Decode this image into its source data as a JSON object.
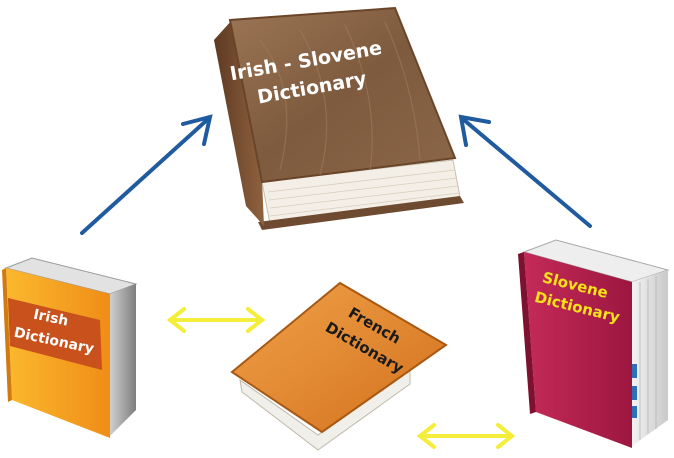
{
  "books": {
    "top": {
      "line1": "Irish - Slovene",
      "line2": "Dictionary"
    },
    "left": {
      "line1": "Irish",
      "line2": "Dictionary"
    },
    "middle": {
      "line1": "French",
      "line2": "Dictionary"
    },
    "right": {
      "line1": "Slovene",
      "line2": "Dictionary"
    }
  },
  "colors": {
    "arrow_blue": "#1f5b9e",
    "arrow_yellow": "#f4ee3a",
    "top_cover": "#8a6446",
    "left_cover": "#f39a1e",
    "middle_cover": "#e0832a",
    "right_cover": "#b0204a",
    "right_title": "#f7e21a"
  }
}
